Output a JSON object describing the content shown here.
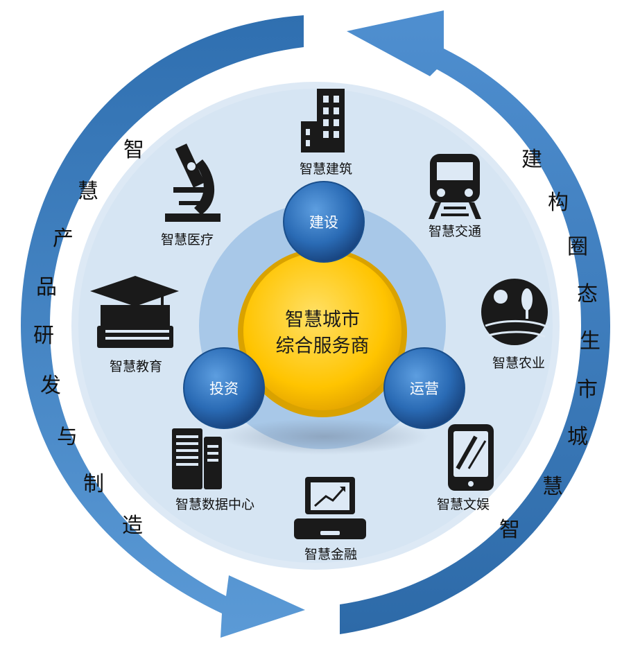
{
  "center": {
    "line1": "智慧城市",
    "line2": "综合服务商"
  },
  "nodes": {
    "construction": "建设",
    "investment": "投资",
    "operation": "运营"
  },
  "sectors": {
    "building": "智慧建筑",
    "medical": "智慧医疗",
    "transport": "智慧交通",
    "education": "智慧教育",
    "agriculture": "智慧农业",
    "data_center": "智慧数据中心",
    "entertainment": "智慧文娱",
    "finance": "智慧金融"
  },
  "left_arc_text": [
    "智",
    "慧",
    "产",
    "品",
    "研",
    "发",
    "与",
    "制",
    "造"
  ],
  "right_arc_text": [
    "建",
    "构",
    "圈",
    "态",
    "生",
    "市",
    "城",
    "慧",
    "智"
  ],
  "colors": {
    "arrow": "#3f7fbf",
    "outer_disc": "#dbe8f4",
    "inner_ring": "#93bbe0",
    "node": "#1f5fa8",
    "center": "#ffc000"
  }
}
